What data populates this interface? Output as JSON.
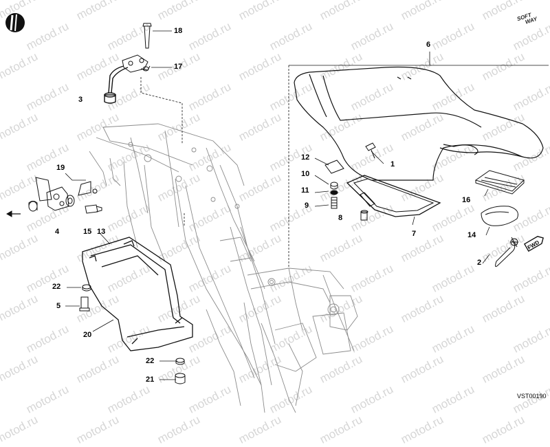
{
  "watermark": "motod.ru",
  "brand": {
    "line1": "SOFT",
    "line2": "WAY"
  },
  "drawing_code": "VST00190",
  "direction_badge": "FWD",
  "callouts": [
    {
      "id": "c18",
      "text": "18"
    },
    {
      "id": "c17",
      "text": "17"
    },
    {
      "id": "c3",
      "text": "3"
    },
    {
      "id": "c19",
      "text": "19"
    },
    {
      "id": "c4",
      "text": "4"
    },
    {
      "id": "c15",
      "text": "15"
    },
    {
      "id": "c13",
      "text": "13"
    },
    {
      "id": "c22a",
      "text": "22"
    },
    {
      "id": "c5",
      "text": "5"
    },
    {
      "id": "c20",
      "text": "20"
    },
    {
      "id": "c22b",
      "text": "22"
    },
    {
      "id": "c21",
      "text": "21"
    },
    {
      "id": "c6",
      "text": "6"
    },
    {
      "id": "c12",
      "text": "12"
    },
    {
      "id": "c1",
      "text": "1"
    },
    {
      "id": "c10",
      "text": "10"
    },
    {
      "id": "c11",
      "text": "11"
    },
    {
      "id": "c9",
      "text": "9"
    },
    {
      "id": "c8",
      "text": "8"
    },
    {
      "id": "c7",
      "text": "7"
    },
    {
      "id": "c16",
      "text": "16"
    },
    {
      "id": "c14",
      "text": "14"
    },
    {
      "id": "c2",
      "text": "2"
    }
  ]
}
